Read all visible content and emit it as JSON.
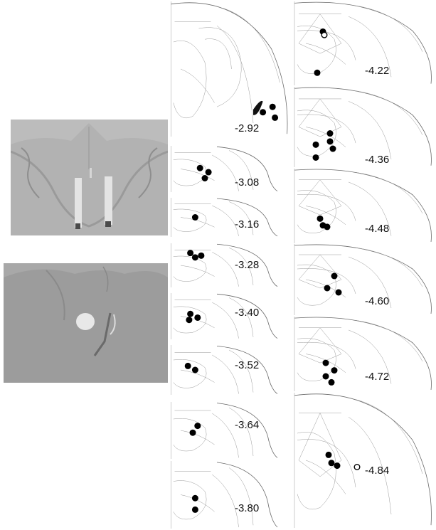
{
  "photos": [
    {
      "name": "histology-photo-top",
      "desc_icon": "brain-slice-photo"
    },
    {
      "name": "histology-photo-bottom",
      "desc_icon": "brain-slice-photo"
    }
  ],
  "left_column": [
    {
      "coord": "-2.92",
      "dots": [
        [
          0.78,
          0.82
        ],
        [
          0.86,
          0.78
        ],
        [
          0.88,
          0.86
        ]
      ],
      "open": []
    },
    {
      "coord": "-3.08",
      "dots": [
        [
          0.26,
          0.48
        ],
        [
          0.33,
          0.57
        ],
        [
          0.3,
          0.7
        ]
      ],
      "open": []
    },
    {
      "coord": "-3.16",
      "dots": [
        [
          0.22,
          0.5
        ]
      ],
      "open": []
    },
    {
      "coord": "-3.28",
      "dots": [
        [
          0.18,
          0.22
        ],
        [
          0.22,
          0.32
        ],
        [
          0.27,
          0.28
        ]
      ],
      "open": []
    },
    {
      "coord": "-3.40",
      "dots": [
        [
          0.18,
          0.45
        ],
        [
          0.24,
          0.53
        ],
        [
          0.17,
          0.58
        ]
      ],
      "open": []
    },
    {
      "coord": "-3.52",
      "dots": [
        [
          0.16,
          0.42
        ],
        [
          0.22,
          0.5
        ]
      ],
      "open": []
    },
    {
      "coord": "-3.64",
      "dots": [
        [
          0.24,
          0.42
        ],
        [
          0.2,
          0.54
        ]
      ],
      "open": []
    },
    {
      "coord": "-3.80",
      "dots": [
        [
          0.22,
          0.55
        ],
        [
          0.22,
          0.72
        ]
      ],
      "open": []
    }
  ],
  "right_column": [
    {
      "coord": "-4.22",
      "dots": [
        [
          0.22,
          0.36
        ],
        [
          0.18,
          0.85
        ]
      ],
      "open": [
        [
          0.23,
          0.4
        ]
      ]
    },
    {
      "coord": "-4.36",
      "dots": [
        [
          0.27,
          0.58
        ],
        [
          0.27,
          0.68
        ],
        [
          0.17,
          0.72
        ],
        [
          0.29,
          0.77
        ],
        [
          0.17,
          0.88
        ]
      ],
      "open": []
    },
    {
      "coord": "-4.48",
      "dots": [
        [
          0.2,
          0.67
        ],
        [
          0.22,
          0.76
        ],
        [
          0.25,
          0.78
        ]
      ],
      "open": []
    },
    {
      "coord": "-4.60",
      "dots": [
        [
          0.3,
          0.45
        ],
        [
          0.25,
          0.62
        ],
        [
          0.33,
          0.68
        ]
      ],
      "open": []
    },
    {
      "coord": "-4.72",
      "dots": [
        [
          0.24,
          0.62
        ],
        [
          0.3,
          0.72
        ],
        [
          0.24,
          0.8
        ],
        [
          0.28,
          0.88
        ]
      ],
      "open": []
    },
    {
      "coord": "-4.84",
      "dots": [
        [
          0.26,
          0.46
        ],
        [
          0.28,
          0.52
        ],
        [
          0.32,
          0.54
        ]
      ],
      "open": [
        [
          0.46,
          0.55
        ]
      ]
    }
  ]
}
